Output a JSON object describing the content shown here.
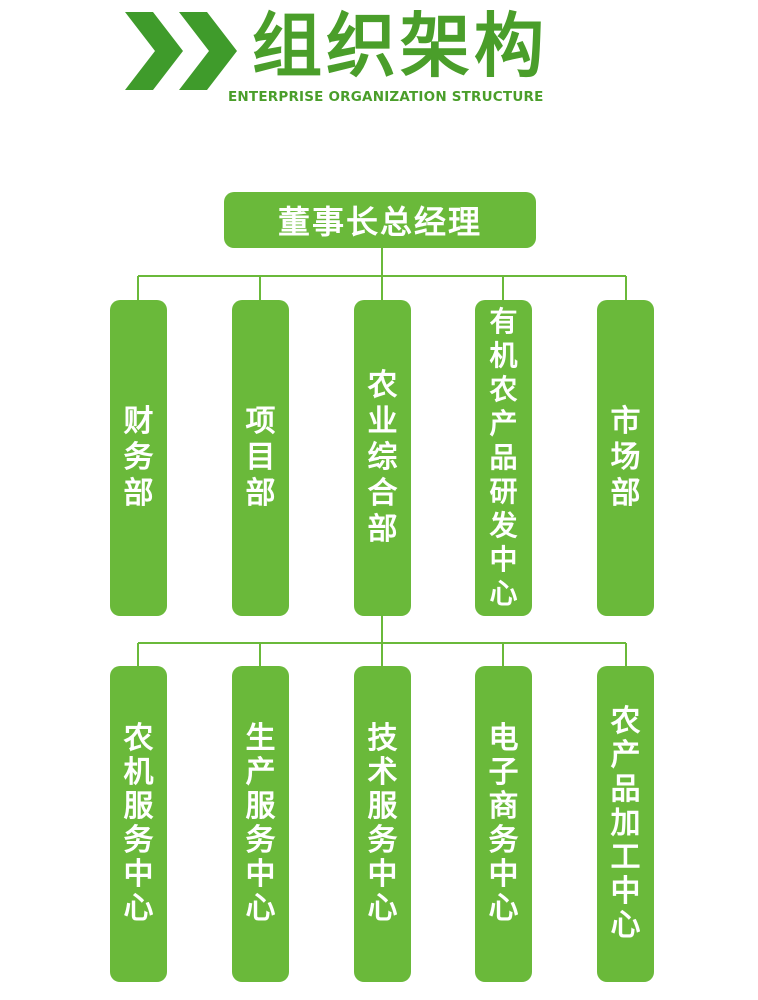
{
  "header": {
    "title": "组织架构",
    "subtitle": "ENTERPRISE ORGANIZATION STRUCTURE",
    "accent_color": "#4a9e2a",
    "icon": "double-chevron-right-icon"
  },
  "org": {
    "root": "董事长总经理",
    "box_color": "#6ab93a",
    "line_color": "#6ab93a",
    "departments": [
      "财务部",
      "项目部",
      "农业综合部",
      "有机农产品研发中心",
      "市场部"
    ],
    "sub_centers": [
      "农机服务中心",
      "生产服务中心",
      "技术服务中心",
      "电子商务中心",
      "农产品加工中心"
    ]
  }
}
